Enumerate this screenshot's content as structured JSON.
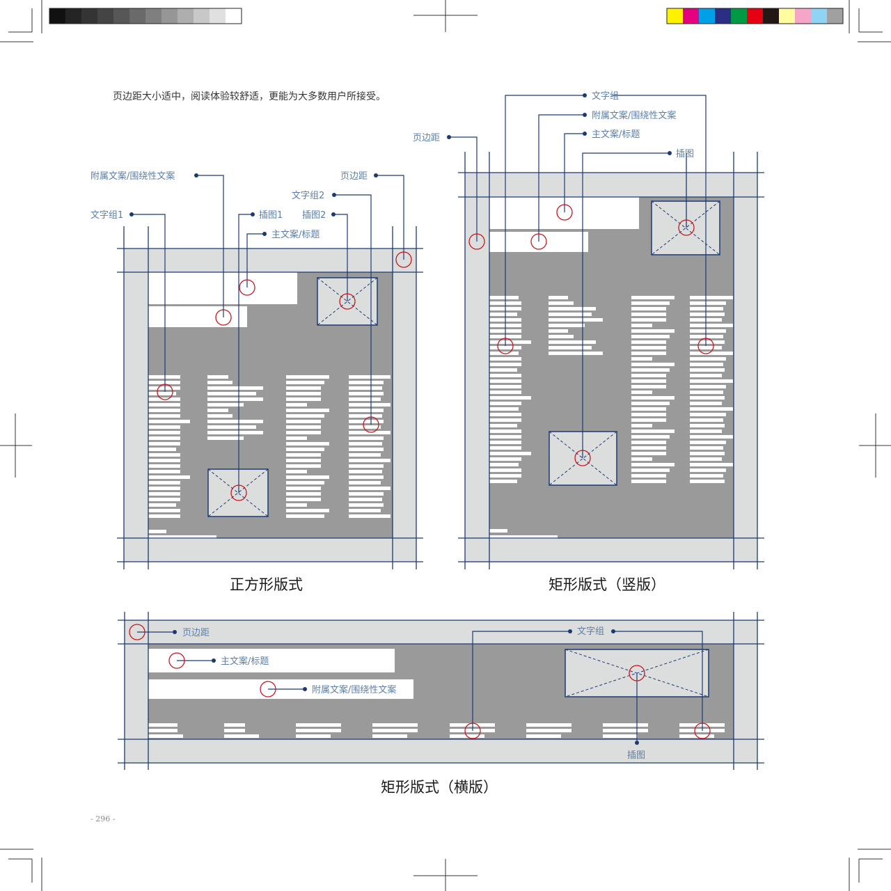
{
  "colors": {
    "margin": "#dcdddd",
    "content": "#9a9a9a",
    "guide": "#1b3a73",
    "circle": "#c8161d",
    "label": "#5b7fa8"
  },
  "intro_text": "页边距大小适中，阅读体验较舒适，更能为大多数用户所接受。",
  "page_number": "- 296 -",
  "gray_swatches": [
    "#111111",
    "#242424",
    "#343434",
    "#444444",
    "#575757",
    "#6a6a6a",
    "#7f7f7f",
    "#969696",
    "#aeaeae",
    "#c8c8c8",
    "#e0e0e0",
    "#ffffff"
  ],
  "color_swatches": [
    "#fff100",
    "#e4007f",
    "#00a0e9",
    "#2a2f83",
    "#009944",
    "#e60012",
    "#231815",
    "#fffb9f",
    "#f5a6c8",
    "#8fd3f5",
    "#a0a0a0"
  ],
  "square": {
    "caption": "正方形版式",
    "labels": {
      "attached": "附属文案/围绕性文案",
      "margin": "页边距",
      "textgroup2": "文字组2",
      "textgroup1": "文字组1",
      "image1": "插图1",
      "image2": "插图2",
      "headline": "主文案/标题"
    }
  },
  "portrait": {
    "caption": "矩形版式（竖版）",
    "labels": {
      "textgroup": "文字组",
      "attached": "附属文案/围绕性文案",
      "headline": "主文案/标题",
      "image": "插图",
      "margin": "页边距"
    }
  },
  "landscape": {
    "caption": "矩形版式（横版）",
    "labels": {
      "margin": "页边距",
      "headline": "主文案/标题",
      "attached": "附属文案/围绕性文案",
      "textgroup": "文字组",
      "image": "插图"
    }
  }
}
